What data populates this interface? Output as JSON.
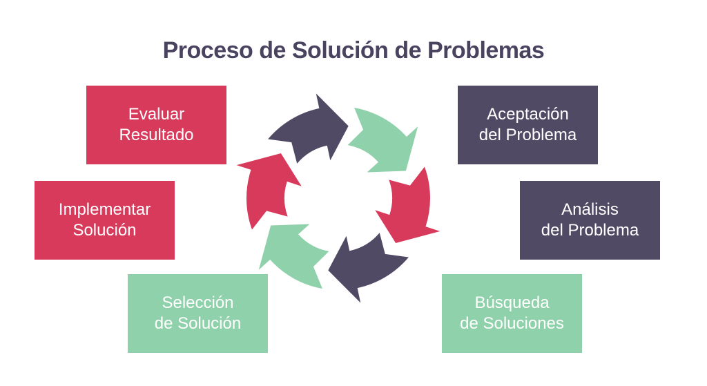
{
  "title": "Proceso de Solución de Problemas",
  "colors": {
    "pink": "#d83a5c",
    "dark": "#504a65",
    "green": "#8fd1aa",
    "title": "#4a4360"
  },
  "steps": {
    "aceptacion": "Aceptación\ndel Problema",
    "analisis": "Análisis\ndel Problema",
    "busqueda": "Búsqueda\nde Soluciones",
    "seleccion": "Selección\nde Solución",
    "implementar": "Implementar\nSolución",
    "evaluar": "Evaluar\nResultado"
  },
  "cycle": {
    "icon": "cycle-arrows-icon",
    "arrow_colors": [
      "green",
      "pink",
      "dark",
      "green",
      "pink",
      "dark"
    ]
  }
}
